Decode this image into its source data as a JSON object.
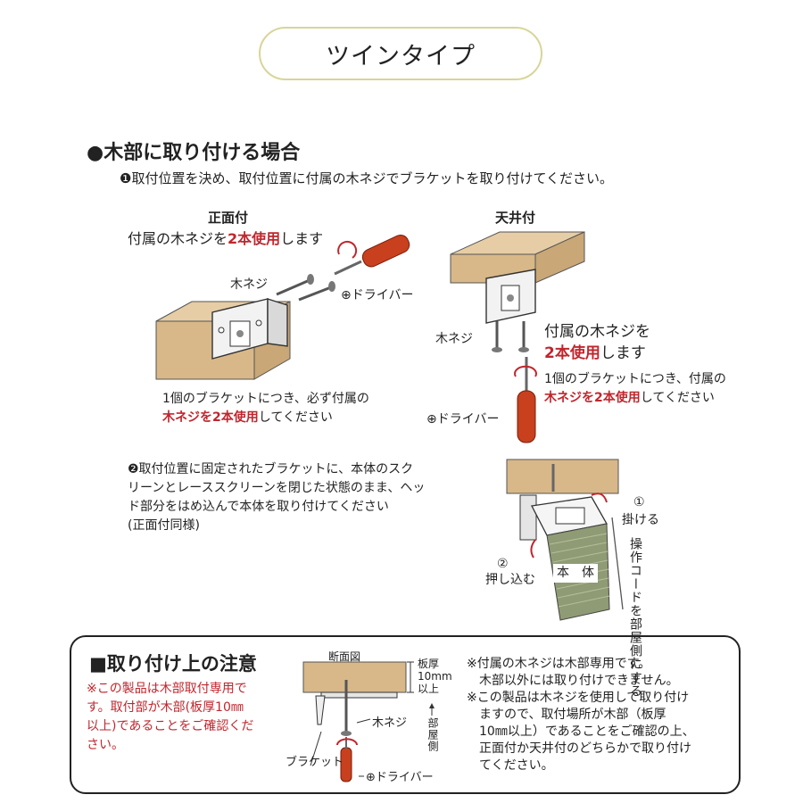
{
  "header": {
    "title": "ツインタイプ"
  },
  "section_wood": {
    "heading": "●木部に取り付ける場合",
    "step1": "❶取付位置を決め、取付位置に付属の木ネジでブラケットを取り付けてください。",
    "front": {
      "title": "正面付",
      "instr_pre": "付属の木ネジを",
      "instr_red": "2本使用",
      "instr_post": "します",
      "screw_label": "木ネジ",
      "driver_label": "⊕ドライバー",
      "note_line1": "1個のブラケットにつき、必ず付属の",
      "note_red": "木ネジを2本使用",
      "note_post": "してください"
    },
    "ceiling": {
      "title": "天井付",
      "screw_label": "木ネジ",
      "instr_line1": "付属の木ネジを",
      "instr_red": "2本使用",
      "instr_post": "します",
      "note_line1": "1個のブラケットにつき、付属の",
      "note_red": "木ネジを2本使用",
      "note_post": "してください",
      "driver_label": "⊕ドライバー"
    },
    "step2_lines": [
      "❷取付位置に固定されたブラケットに、本体のスク",
      "リーンとレーススクリーンを閉じた状態のまま、ヘッ",
      "ド部分をはめ込んで本体を取り付けてください",
      "(正面付同様)"
    ],
    "step2_fig": {
      "num1": "①",
      "label1": "掛ける",
      "num2": "②",
      "label2": "押し込む",
      "body_label": "本　体",
      "side_text_1": "操作コードを",
      "side_text_2": "部屋側にする"
    }
  },
  "notes": {
    "title": "■取り付け上の注意",
    "red_lines": [
      "※この製品は木部取付専用で",
      "す。取付部が木部(板厚10㎜",
      "以上)であることをご確認くだ",
      "さい。"
    ],
    "diagram": {
      "title": "断面図",
      "thick_1": "板厚",
      "thick_2": "10mm",
      "thick_3": "以上",
      "screw": "木ネジ",
      "room": "部屋側",
      "bracket": "ブラケット",
      "driver": "⊕ドライバー"
    },
    "right_lines": [
      "※付属の木ネジは木部専用です。",
      "　木部以外には取り付けできません。",
      "※この製品は木ネジを使用して取り付け",
      "　ますので、取付場所が木部（板厚",
      "　10㎜以上）であることをご確認の上、",
      "　正面付か天井付のどちらかで取り付け",
      "　てください。"
    ]
  },
  "colors": {
    "accent_red": "#c0262d",
    "wood": "#d8b888",
    "pill_border": "#d8d59a",
    "driver": "#c8401e"
  }
}
